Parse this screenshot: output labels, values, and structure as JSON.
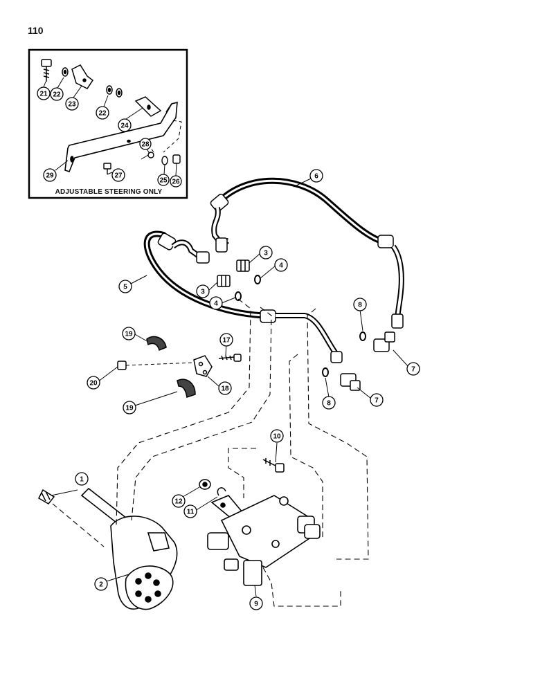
{
  "page": {
    "number": "110"
  },
  "inset": {
    "caption": "ADJUSTABLE STEERING ONLY"
  },
  "callouts": {
    "c1": "1",
    "c2": "2",
    "c3a": "3",
    "c3b": "3",
    "c4a": "4",
    "c4b": "4",
    "c5": "5",
    "c6": "6",
    "c7a": "7",
    "c7b": "7",
    "c8a": "8",
    "c8b": "8",
    "c9": "9",
    "c10": "10",
    "c11": "11",
    "c12": "12",
    "c17": "17",
    "c18": "18",
    "c19a": "19",
    "c19b": "19",
    "c20": "20",
    "c21": "21",
    "c22a": "22",
    "c22b": "22",
    "c23": "23",
    "c24": "24",
    "c25": "25",
    "c26": "26",
    "c27": "27",
    "c28": "28",
    "c29": "29"
  }
}
